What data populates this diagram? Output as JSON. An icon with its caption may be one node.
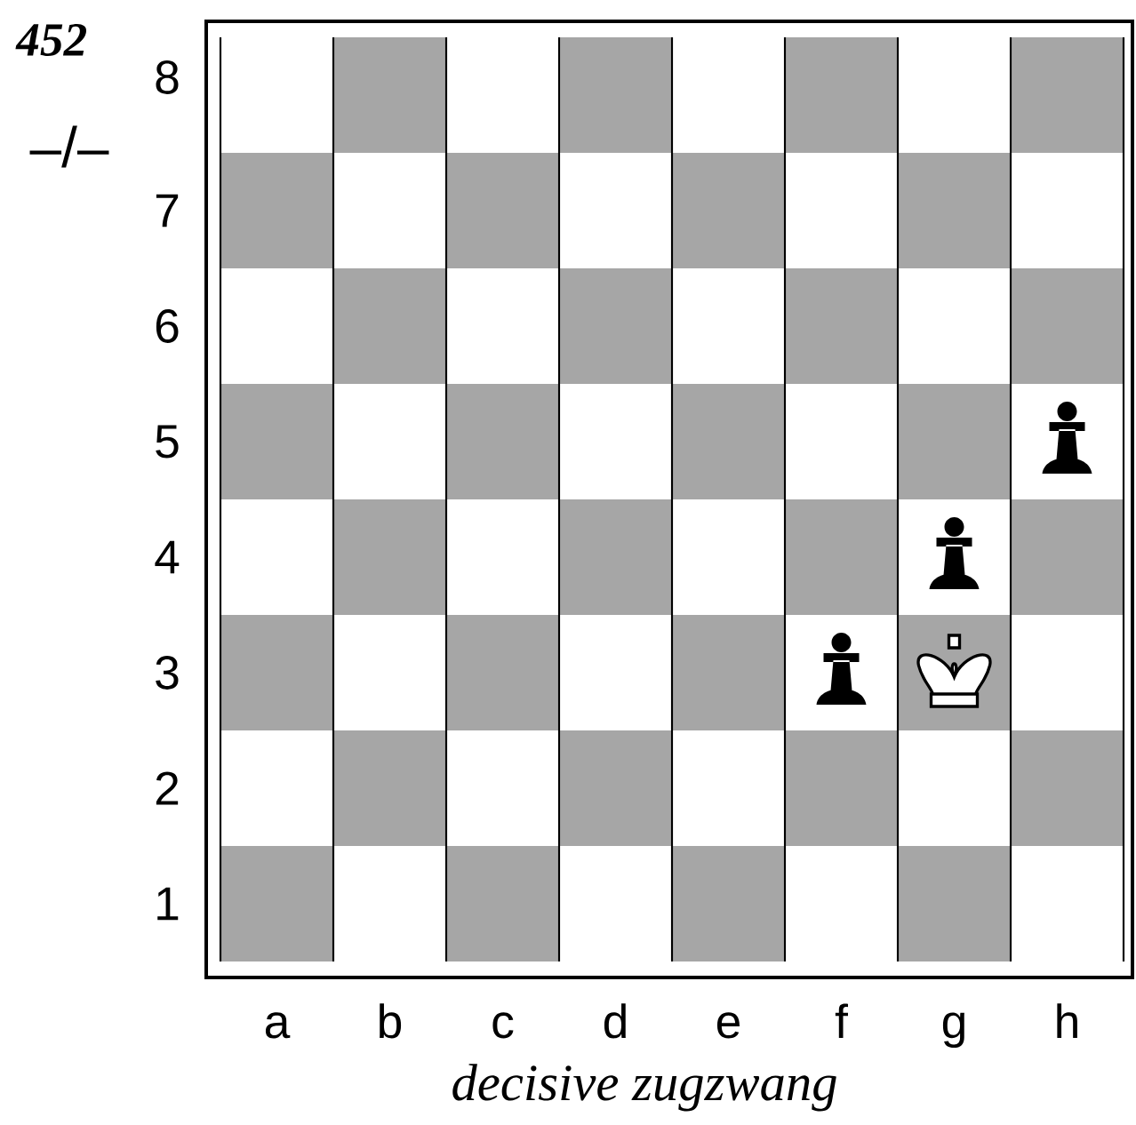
{
  "diagram": {
    "title": "452",
    "caption": "decisive zugzwang",
    "labels": [
      "–/–",
      "8",
      "7",
      "6",
      "5",
      "4",
      "3",
      "2",
      "1",
      "a",
      "b",
      "c",
      "d",
      "e",
      "f",
      "g",
      "h"
    ]
  }
}
